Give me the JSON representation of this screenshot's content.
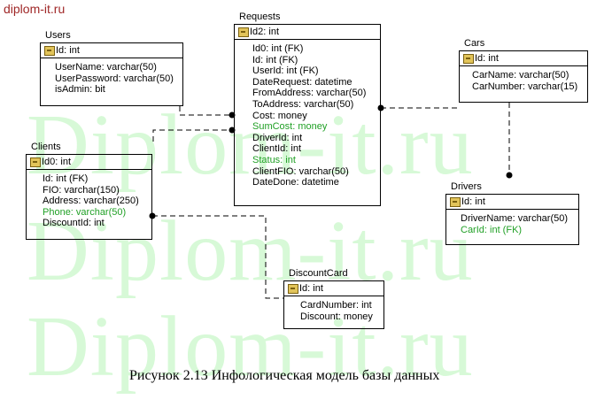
{
  "site_label": "diplom-it.ru",
  "watermark": [
    "Diplom-it.ru",
    "Diplom-it.ru",
    "Diplom-it.ru"
  ],
  "caption": "Рисунок 2.13 Инфологическая модель базы данных",
  "entities": {
    "users": {
      "name": "Users",
      "pk": "Id: int",
      "attrs": [
        {
          "t": "UserName: varchar(50)"
        },
        {
          "t": "UserPassword: varchar(50)"
        },
        {
          "t": "isAdmin: bit"
        }
      ]
    },
    "requests": {
      "name": "Requests",
      "pk": "Id2: int",
      "attrs": [
        {
          "t": "Id0: int (FK)"
        },
        {
          "t": "Id: int (FK)"
        },
        {
          "t": "UserId: int (FK)"
        },
        {
          "t": "DateRequest: datetime"
        },
        {
          "t": "FromAddress: varchar(50)"
        },
        {
          "t": "ToAddress: varchar(50)"
        },
        {
          "t": "Cost: money"
        },
        {
          "t": "SumCost: money",
          "green": true
        },
        {
          "t": "DriverId: int"
        },
        {
          "t": "ClientId: int"
        },
        {
          "t": "Status: int",
          "green": true
        },
        {
          "t": "ClientFIO: varchar(50)"
        },
        {
          "t": "DateDone: datetime"
        }
      ]
    },
    "cars": {
      "name": "Cars",
      "pk": "Id: int",
      "attrs": [
        {
          "t": "CarName: varchar(50)"
        },
        {
          "t": "CarNumber: varchar(15)"
        }
      ]
    },
    "clients": {
      "name": "Clients",
      "pk": "Id0: int",
      "attrs": [
        {
          "t": "Id: int (FK)"
        },
        {
          "t": "FIO: varchar(150)"
        },
        {
          "t": "Address: varchar(250)"
        },
        {
          "t": "Phone: varchar(50)",
          "green": true
        },
        {
          "t": "DiscountId: int"
        }
      ]
    },
    "drivers": {
      "name": "Drivers",
      "pk": "Id: int",
      "attrs": [
        {
          "t": "DriverName: varchar(50)"
        },
        {
          "t": "CarId: int (FK)",
          "green": true
        }
      ]
    },
    "discountcard": {
      "name": "DiscountCard",
      "pk": "Id: int",
      "attrs": [
        {
          "t": "CardNumber: int"
        },
        {
          "t": "Discount: money"
        }
      ]
    }
  }
}
